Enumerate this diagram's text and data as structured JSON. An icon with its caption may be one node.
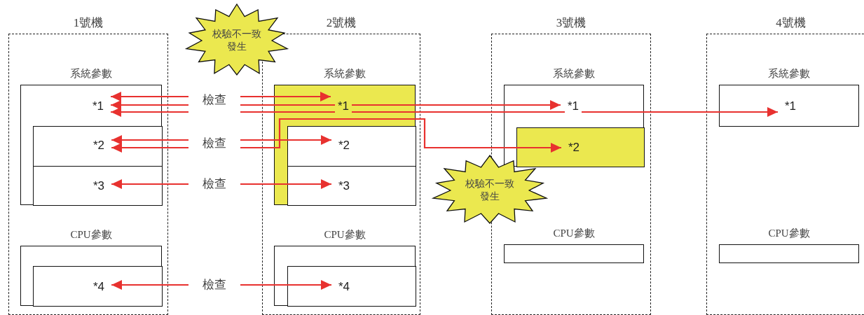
{
  "diagram": {
    "nodes": [
      {
        "text": [
          "1號機"
        ]
      },
      {
        "text": [
          "系統參數",
          "*1"
        ],
        "in": 0
      },
      {
        "text": [
          "*2"
        ],
        "in": 1
      },
      {
        "text": [
          "*3"
        ],
        "in": 1
      },
      {
        "text": [
          "CPU參數"
        ],
        "in": 0
      },
      {
        "text": [
          "*4"
        ],
        "in": 4
      },
      {
        "text": [
          "2號機"
        ]
      },
      {
        "text": [
          "系統參數",
          "*1"
        ],
        "in": 6
      },
      {
        "text": [
          "*2"
        ],
        "in": 7
      },
      {
        "text": [
          "*3"
        ],
        "in": 7
      },
      {
        "text": [
          "CPU參數"
        ],
        "in": 6
      },
      {
        "text": [
          "*4"
        ],
        "in": 10
      },
      {
        "text": [
          "3號機"
        ]
      },
      {
        "text": [
          "系統參數",
          "*1"
        ],
        "in": 12
      },
      {
        "text": [
          "*2"
        ],
        "in": 13
      },
      {
        "text": [
          "CPU參數"
        ],
        "in": 12
      },
      {
        "text": [
          "4號機"
        ]
      },
      {
        "text": [
          "系統參數",
          "*1"
        ],
        "in": 16
      },
      {
        "text": [
          "CPU參數"
        ],
        "in": 16
      },
      {
        "text": [
          "檢查"
        ]
      },
      {
        "text": [
          "檢查"
        ]
      },
      {
        "text": [
          "檢查"
        ]
      },
      {
        "text": [
          "檢查"
        ]
      },
      {
        "text": [
          "校驗不一致發生"
        ]
      },
      {
        "text": [
          "校驗不一致發生"
        ]
      }
    ],
    "edges": [
      {
        "from": 19,
        "to": 1,
        "arrow": "to"
      },
      {
        "from": 19,
        "to": 7,
        "arrow": "to"
      },
      {
        "from": 19,
        "to": 1,
        "arrow": "to"
      },
      {
        "from": 19,
        "to": 13,
        "arrow": "to"
      },
      {
        "from": 19,
        "to": 1,
        "arrow": "to"
      },
      {
        "from": 19,
        "to": 17,
        "arrow": "to"
      },
      {
        "from": 20,
        "to": 2,
        "arrow": "to"
      },
      {
        "from": 20,
        "to": 8,
        "arrow": "to"
      },
      {
        "from": 20,
        "to": 2,
        "arrow": "to"
      },
      {
        "from": 20,
        "to": 14,
        "arrow": "to"
      },
      {
        "from": 21,
        "to": 3,
        "arrow": "to"
      },
      {
        "from": 21,
        "to": 9,
        "arrow": "to"
      },
      {
        "from": 22,
        "to": 5,
        "arrow": "to"
      },
      {
        "from": 22,
        "to": 11,
        "arrow": "to"
      }
    ]
  }
}
